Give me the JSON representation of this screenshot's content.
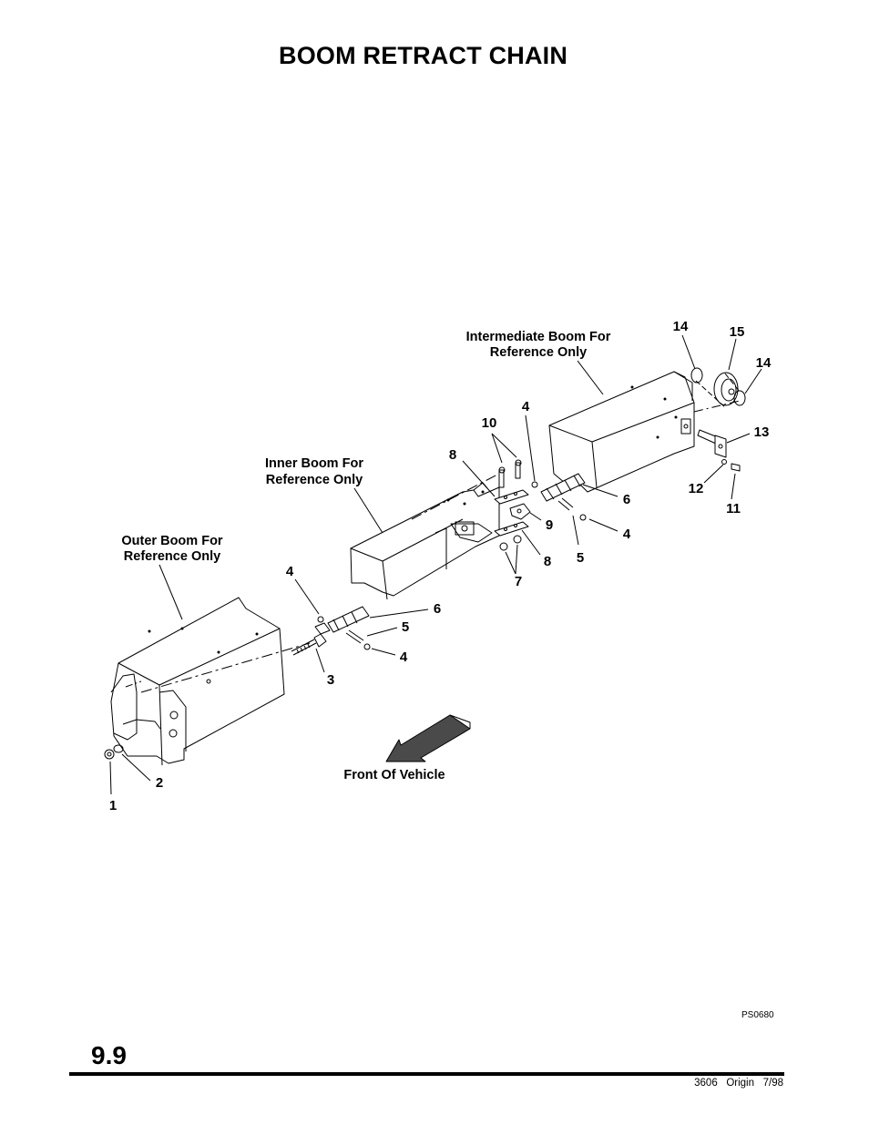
{
  "title": "BOOM RETRACT CHAIN",
  "section_number": "9.9",
  "footer": {
    "model": "3606",
    "origin": "Origin",
    "date": "7/98"
  },
  "figure_code": "PS0680",
  "captions": {
    "intermediate_boom_line1": "Intermediate Boom For",
    "intermediate_boom_line2": "Reference Only",
    "inner_boom_line1": "Inner Boom For",
    "inner_boom_line2": "Reference Only",
    "outer_boom_line1": "Outer Boom For",
    "outer_boom_line2": "Reference Only",
    "front_of_vehicle": "Front Of Vehicle"
  },
  "callouts": [
    "1",
    "2",
    "3",
    "4",
    "4",
    "5",
    "6",
    "4",
    "10",
    "8",
    "9",
    "8",
    "7",
    "6",
    "4",
    "5",
    "14",
    "15",
    "14",
    "13",
    "12",
    "11"
  ]
}
